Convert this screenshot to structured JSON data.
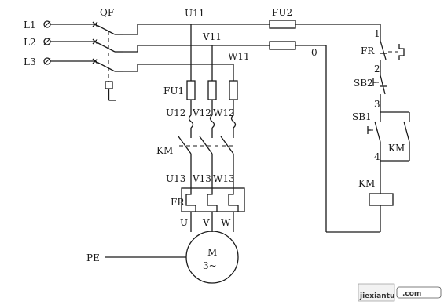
{
  "labels": {
    "L1": "L1",
    "L2": "L2",
    "L3": "L3",
    "QF": "QF",
    "U11": "U11",
    "V11": "V11",
    "W11": "W11",
    "FU1": "FU1",
    "FU2": "FU2",
    "U12": "U12",
    "V12": "V12",
    "W12": "W12",
    "KM_main": "KM",
    "U13": "U13",
    "V13": "V13",
    "W13": "W13",
    "FR_main": "FR",
    "U": "U",
    "V": "V",
    "W": "W",
    "PE": "PE",
    "motor_M": "M",
    "motor_phase": "3~",
    "zero": "0",
    "n1": "1",
    "n2": "2",
    "n3": "3",
    "n4": "4",
    "FR_ctrl": "FR",
    "SB2": "SB2",
    "SB1": "SB1",
    "KM_aux": "KM",
    "KM_coil": "KM"
  },
  "watermark": {
    "text": "jiexiantu",
    "suffix": ".com"
  }
}
